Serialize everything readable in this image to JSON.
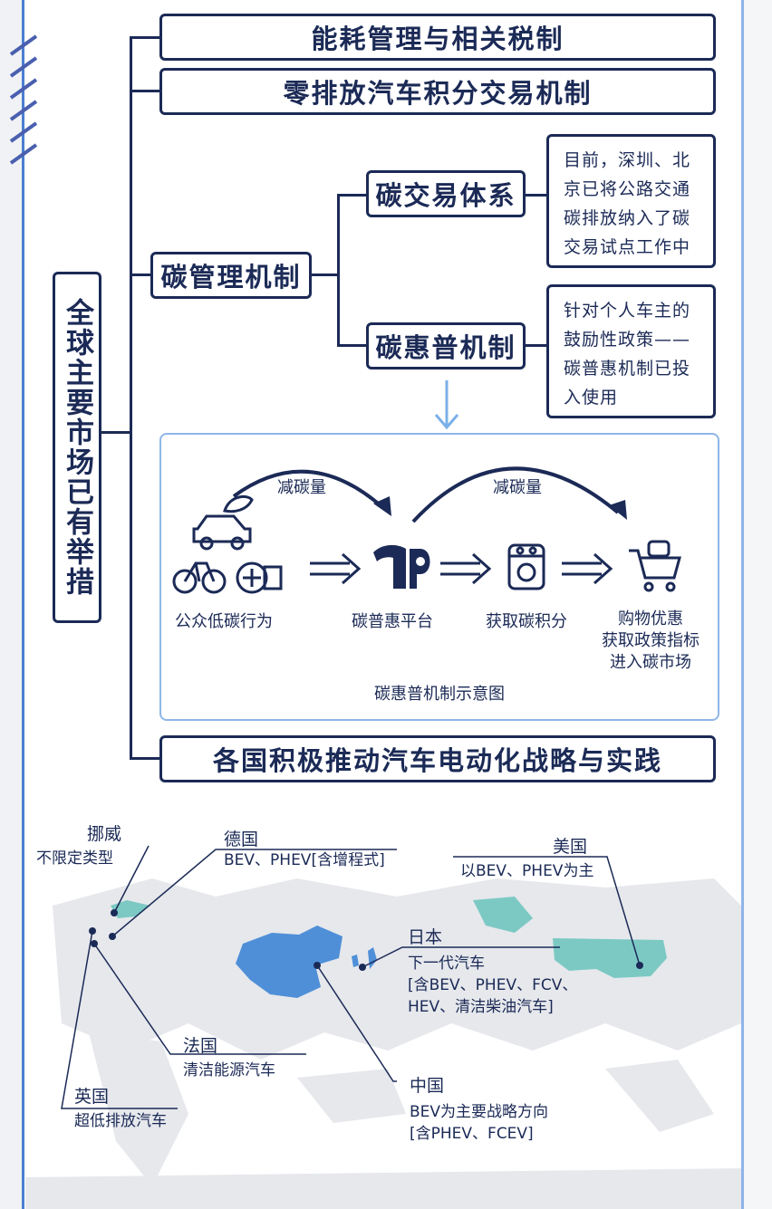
{
  "main_label": "全球主要市场已有举措",
  "branches": {
    "energy": "能耗管理与相关税制",
    "zev": "零排放汽车积分交易机制",
    "carbon_mgmt": "碳管理机制",
    "ev_strategy": "各国积极推动汽车电动化战略与实践"
  },
  "carbon": {
    "trading_title": "碳交易体系",
    "trading_note_lines": [
      "目前，深圳、北",
      "京已将公路交通",
      "碳排放纳入了碳",
      "交易试点工作中"
    ],
    "inclusive_title": "碳惠普机制",
    "inclusive_note_lines": [
      "针对个人车主的",
      "鼓励性政策——",
      "碳普惠机制已投",
      "入使用"
    ]
  },
  "diagram": {
    "caption": "碳惠普机制示意图",
    "arc_label_1": "减碳量",
    "arc_label_2": "减碳量",
    "step1": "公众低碳行为",
    "step2": "碳普惠平台",
    "step3": "获取碳积分",
    "step4_lines": [
      "购物优惠",
      "获取政策指标",
      "进入碳市场"
    ]
  },
  "map": {
    "norway": {
      "name": "挪威",
      "desc": "不限定类型"
    },
    "germany": {
      "name": "德国",
      "desc": "BEV、PHEV[含增程式]"
    },
    "usa": {
      "name": "美国",
      "desc": "以BEV、PHEV为主"
    },
    "japan": {
      "name": "日本",
      "desc_lines": [
        "下一代汽车",
        "[含BEV、PHEV、FCV、",
        "HEV、清洁柴油汽车]"
      ]
    },
    "france": {
      "name": "法国",
      "desc": "清洁能源汽车"
    },
    "uk": {
      "name": "英国",
      "desc": "超低排放汽车"
    },
    "china": {
      "name": "中国",
      "desc_lines": [
        "BEV为主要战略方向",
        "[含PHEV、FCEV]"
      ]
    }
  },
  "colors": {
    "navy": "#1b2a56",
    "light_blue": "#8fb6e8",
    "china": "#4f8fd8",
    "usa": "#7cc9c4",
    "map_gray": "#e6e8ec"
  }
}
